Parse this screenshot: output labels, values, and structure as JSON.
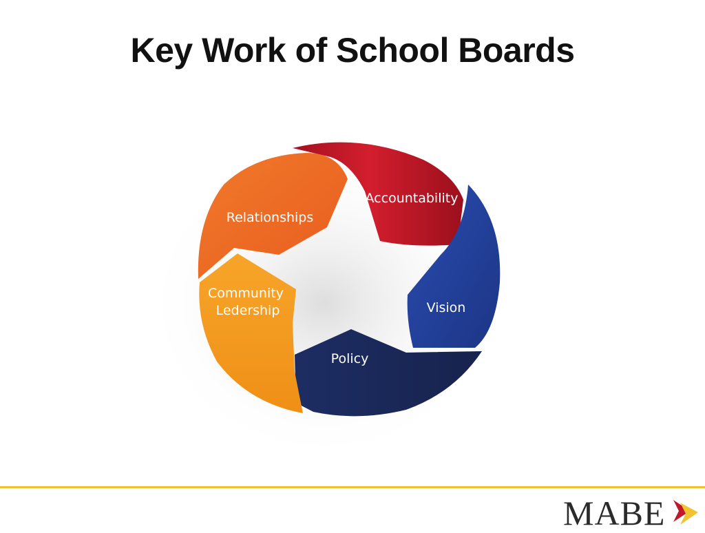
{
  "slide": {
    "title": "Key Work of School Boards"
  },
  "diagram": {
    "segments": [
      {
        "label_lines": [
          "Accountability"
        ],
        "color": "#c0182a"
      },
      {
        "label_lines": [
          "Vision"
        ],
        "color": "#213f9a"
      },
      {
        "label_lines": [
          "Policy"
        ],
        "color": "#1b2a5c"
      },
      {
        "label_lines": [
          "Community",
          "Ledership"
        ],
        "color": "#f39a1e"
      },
      {
        "label_lines": [
          "Relationships"
        ],
        "color": "#ee6a24"
      }
    ]
  },
  "footer": {
    "logo_text": "MABE",
    "logo_icon": "arrow-chevron-icon",
    "accent_color": "#f2c230"
  }
}
